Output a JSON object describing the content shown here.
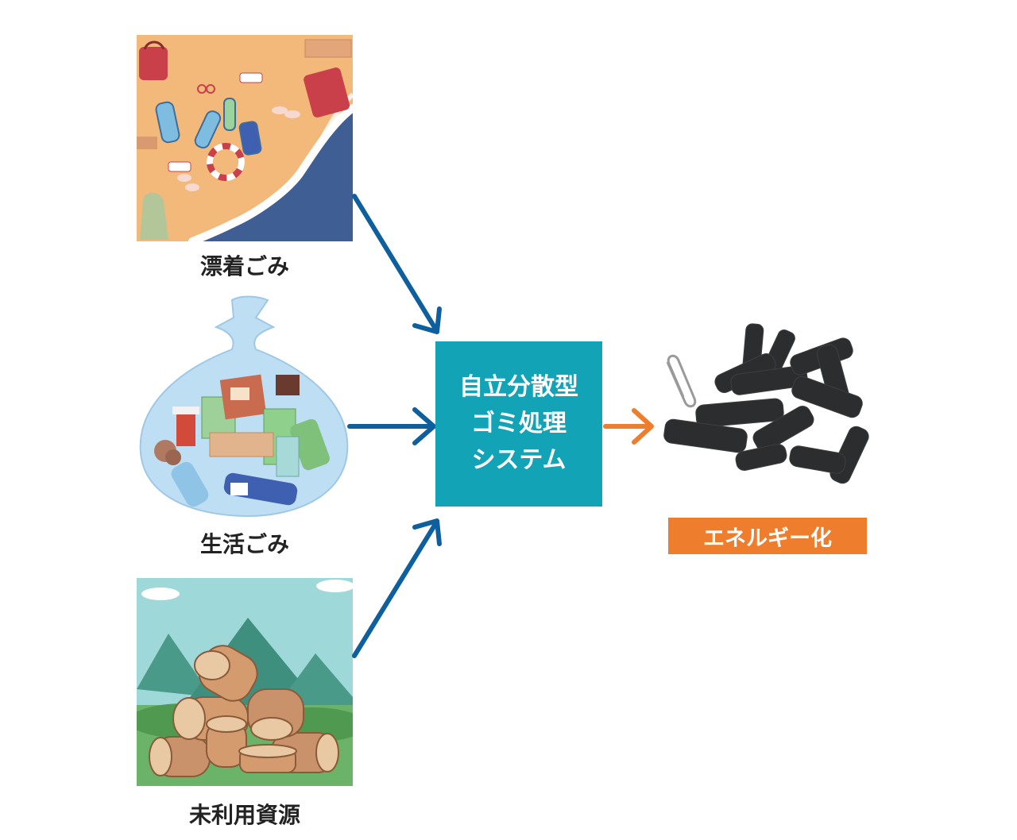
{
  "sources": [
    {
      "label": "漂着ごみ",
      "illustration": "beach-litter-illustration"
    },
    {
      "label": "生活ごみ",
      "illustration": "garbage-bag-illustration"
    },
    {
      "label": "未利用資源",
      "illustration": "wood-logs-illustration"
    }
  ],
  "system": {
    "lines": [
      "自立分散型",
      "ゴミ処理",
      "システム"
    ]
  },
  "output": {
    "label": "エネルギー化",
    "illustration": "carbonized-pellets-photo"
  },
  "colors": {
    "input_arrow": "#0e5f9e",
    "output_arrow": "#ee7d2e",
    "system_box": "#12a3b6",
    "output_badge": "#ee7d2e"
  }
}
